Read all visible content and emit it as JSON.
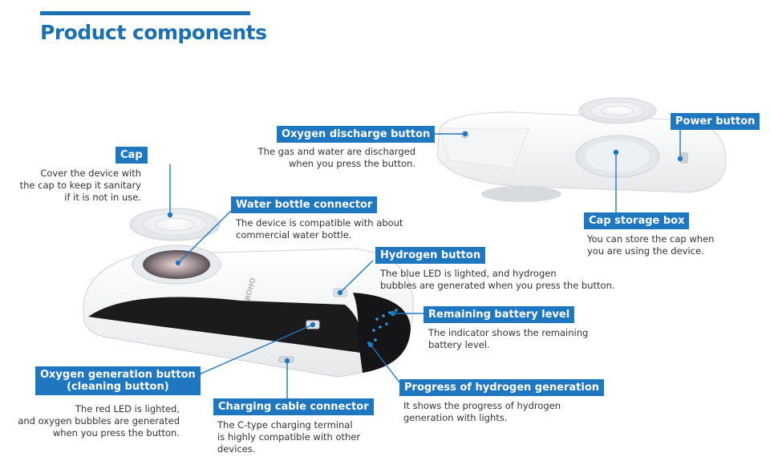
{
  "header": {
    "title": "Product components"
  },
  "callouts": {
    "cap": {
      "label": "Cap",
      "lines": [
        "Cover the device with",
        "the cap to keep it sanitary",
        "if it is not in use."
      ]
    },
    "water": {
      "label": "Water bottle connector",
      "lines": [
        "The device is compatible with about",
        "commercial water bottle."
      ]
    },
    "oxygen_discharge": {
      "label": "Oxygen discharge button",
      "lines": [
        "The gas and water are discharged",
        "when you press the button."
      ]
    },
    "power": {
      "label": "Power button"
    },
    "cap_storage": {
      "label": "Cap storage box",
      "lines": [
        "You can store the cap when",
        "you are using the device."
      ]
    },
    "hydrogen": {
      "label": "Hydrogen button",
      "lines": [
        "The blue LED is lighted, and hydrogen",
        "bubbles are generated when you press the button."
      ]
    },
    "battery": {
      "label": "Remaining battery level",
      "lines": [
        "The indicator shows the remaining",
        "battery level."
      ]
    },
    "progress": {
      "label": "Progress of hydrogen generation",
      "lines": [
        "It shows the progress of hydrogen",
        "generation with lights."
      ]
    },
    "oxygen_gen": {
      "label_1": "Oxygen generation button",
      "label_2": "(cleaning button)",
      "lines": [
        "The red LED is lighted,",
        "and oxygen bubbles are generated",
        "when you press the button."
      ]
    },
    "charging": {
      "label": "Charging cable connector",
      "lines": [
        "The C-type charging terminal",
        "is highly compatible with other",
        "devices."
      ]
    }
  },
  "device": {
    "brand": "BOHO"
  },
  "colors": {
    "accent": "#1f78bf",
    "title": "#1c6fb0",
    "led": "#2f9be0"
  }
}
